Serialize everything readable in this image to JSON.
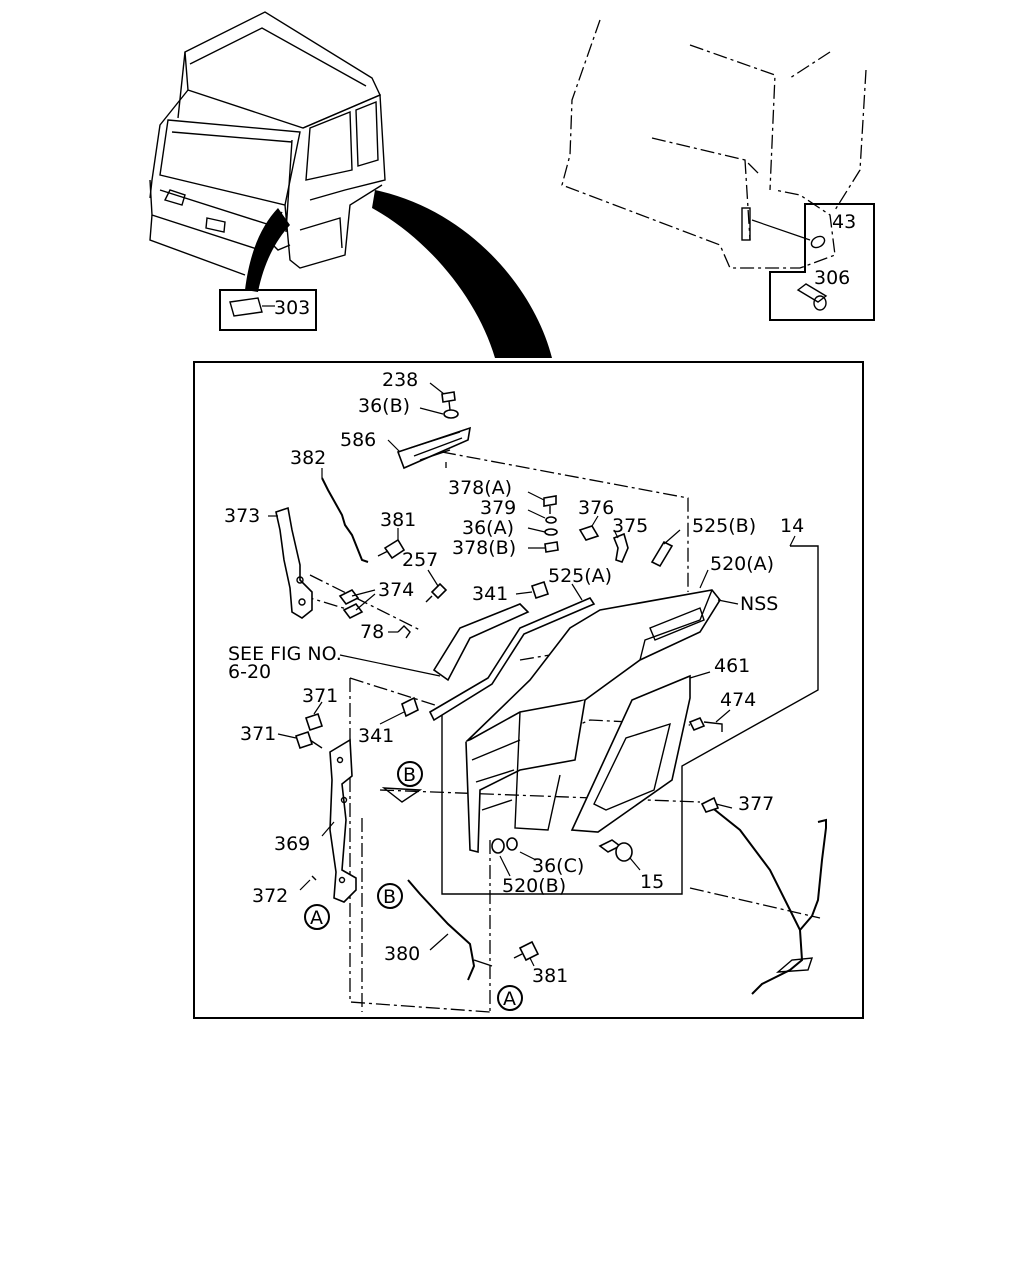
{
  "labels": {
    "l303": "303",
    "l43": "43",
    "l306": "306",
    "l238": "238",
    "l36B": "36(B)",
    "l586": "586",
    "l382": "382",
    "l373": "373",
    "l381a": "381",
    "l378A": "378(A)",
    "l379": "379",
    "l36A": "36(A)",
    "l378B": "378(B)",
    "l376": "376",
    "l375": "375",
    "l525B": "525(B)",
    "l14": "14",
    "l257": "257",
    "l374": "374",
    "l341a": "341",
    "l525A": "525(A)",
    "l520A": "520(A)",
    "lNSS": "NSS",
    "l78": "78",
    "lSee1": "SEE FIG NO.",
    "lSee2": "6-20",
    "l371a": "371",
    "l371b": "371",
    "l341b": "341",
    "l461": "461",
    "l474": "474",
    "lB1": "B",
    "l369": "369",
    "l36C": "36(C)",
    "l520B": "520(B)",
    "l15": "15",
    "l377": "377",
    "l372": "372",
    "lA1": "A",
    "lB2": "B",
    "l380": "380",
    "l381b": "381",
    "lA2": "A"
  }
}
